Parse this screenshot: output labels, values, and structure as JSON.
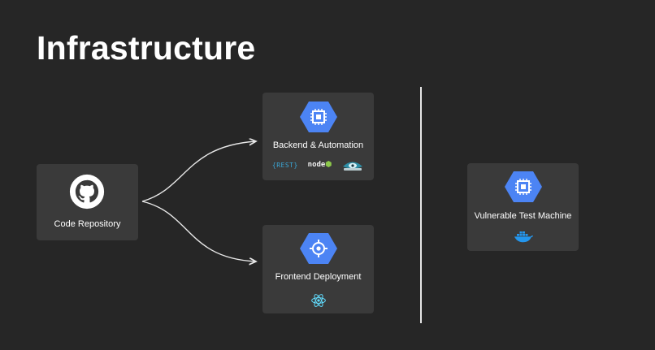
{
  "slide": {
    "title": "Infrastructure"
  },
  "nodes": {
    "repo": {
      "label": "Code Repository",
      "icon": "github-icon"
    },
    "backend": {
      "label": "Backend & Automation",
      "icon": "compute-engine-icon",
      "tech": {
        "rest": "{REST}",
        "node": "node"
      }
    },
    "frontend": {
      "label": "Frontend Deployment",
      "icon": "app-engine-icon",
      "tech_icon": "react-icon"
    },
    "vuln": {
      "label": "Vulnerable Test Machine",
      "icon": "compute-engine-icon",
      "tech_icon": "docker-icon"
    }
  },
  "colors": {
    "background": "#262626",
    "card": "#3a3a3a",
    "gcp_blue": "#4c84f4",
    "react": "#61dafb",
    "docker": "#2496ed",
    "node_green": "#8cc84b"
  }
}
